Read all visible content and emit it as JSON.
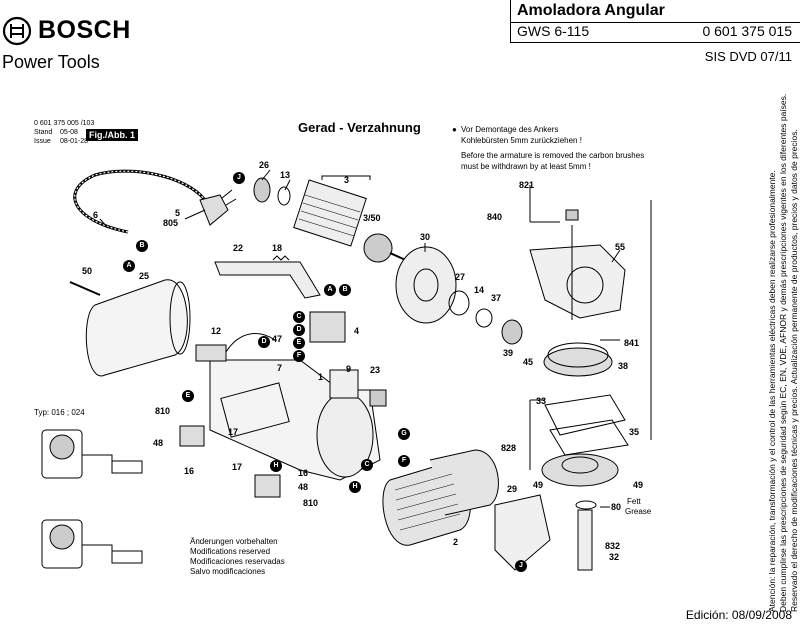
{
  "header": {
    "brand": "BOSCH",
    "subbrand": "Power Tools",
    "title": "Amoladora Angular",
    "model": "GWS 6-115",
    "part_number": "0 601 375 015",
    "doc_ref": "SIS DVD 07/11"
  },
  "meta": {
    "doc_no": "0 601 375 005 /103",
    "stand_label": "Stand",
    "stand_value": "05-08",
    "issue_label": "Issue",
    "issue_value": "08-01-28",
    "fig_label": "Fig./Abb. 1"
  },
  "diagram": {
    "title": "Gerad - Verzahnung",
    "note_de_1": "Vor Demontage des Ankers",
    "note_de_2": "Kohlebürsten 5mm zurückziehen !",
    "note_en_1": "Before the armature is removed the carbon brushes",
    "note_en_2": "must be withdrawn by at least 5mm !",
    "typ_label": "Typ: 016 ; 024",
    "fett_label": "Fett",
    "grease_label": "Grease",
    "changes_1": "Änderungen vorbehalten",
    "changes_2": "Modifications reserved",
    "changes_3": "Modificaciones reservadas",
    "changes_4": "Salvo modificaciones"
  },
  "part_labels": [
    "6",
    "5",
    "805",
    "26",
    "13",
    "3",
    "3/50",
    "50",
    "25",
    "22",
    "18",
    "30",
    "27",
    "14",
    "37",
    "821",
    "840",
    "55",
    "12",
    "47",
    "4",
    "1",
    "7",
    "9",
    "23",
    "841",
    "38",
    "39",
    "45",
    "33",
    "35",
    "828",
    "810",
    "48",
    "17",
    "16",
    "17",
    "16",
    "48",
    "810",
    "2",
    "29",
    "49",
    "49",
    "80",
    "832",
    "32"
  ],
  "bubble_labels": [
    "J",
    "B",
    "A",
    "B",
    "A",
    "C",
    "D",
    "E",
    "F",
    "D",
    "E",
    "G",
    "F",
    "C",
    "H",
    "H",
    "J"
  ],
  "footer": {
    "edition": "Edición: 08/09/2008",
    "disclaimer_1": "Atención: la reparación, transformación y el control de las herramientas eléctricas deben realizarse profesionalmente.",
    "disclaimer_2": "Deben cumplirse las prescripciones de seguridad según EC, EN, VDE, AFNOR y demás prescripciones vigentes en los diferentes países.",
    "disclaimer_3": "Reservado el derecho de modificaciones técnicas y precios. Actualización permanente de productos, precios y datos de precios."
  }
}
